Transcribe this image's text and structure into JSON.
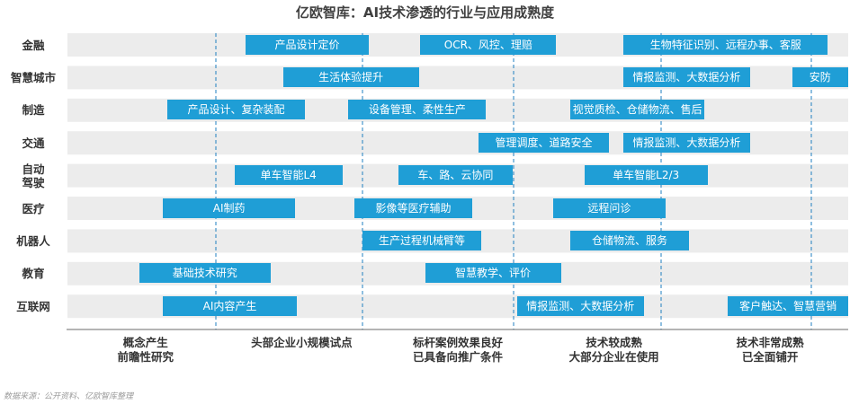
{
  "chart_data": {
    "type": "table",
    "title": "亿欧智库：AI技术渗透的行业与应用成熟度",
    "source": "数据来源：公开资料、亿欧智库整理",
    "stages": [
      "概念产生\n前瞻性研究",
      "头部企业小规模试点",
      "标杆案例效果良好\n已具备向推广条件",
      "技术较成熟\n大部分企业在使用",
      "技术非常成熟\n已全面铺开"
    ],
    "rows": [
      {
        "name": "金融",
        "items": [
          {
            "label": "产品设计定价",
            "start": 1.14,
            "end": 1.93
          },
          {
            "label": "OCR、风控、理赔",
            "start": 2.26,
            "end": 3.13
          },
          {
            "label": "生物特征识别、远程办事、客服",
            "start": 3.56,
            "end": 4.87
          }
        ]
      },
      {
        "name": "智慧城市",
        "items": [
          {
            "label": "生活体验提升",
            "start": 1.38,
            "end": 2.25
          },
          {
            "label": "情报监测、大数据分析",
            "start": 3.56,
            "end": 4.37
          },
          {
            "label": "安防",
            "start": 4.64,
            "end": 5.26
          }
        ]
      },
      {
        "name": "制造",
        "items": [
          {
            "label": "产品设计、复杂装配",
            "start": 0.64,
            "end": 1.52
          },
          {
            "label": "设备管理、柔性生产",
            "start": 1.8,
            "end": 2.68
          },
          {
            "label": "视觉质检、仓储物流、售后",
            "start": 3.22,
            "end": 4.08
          }
        ]
      },
      {
        "name": "交通",
        "items": [
          {
            "label": "管理调度、道路安全",
            "start": 2.63,
            "end": 3.47
          },
          {
            "label": "情报监测、大数据分析",
            "start": 3.56,
            "end": 4.37
          }
        ]
      },
      {
        "name": "自动\n驾驶",
        "items": [
          {
            "label": "单车智能L4",
            "start": 1.07,
            "end": 1.76
          },
          {
            "label": "车、路、云协同",
            "start": 2.12,
            "end": 2.85
          },
          {
            "label": "单车智能L2/3",
            "start": 3.31,
            "end": 4.1
          }
        ]
      },
      {
        "name": "医疗",
        "items": [
          {
            "label": "AI制药",
            "start": 0.61,
            "end": 1.46
          },
          {
            "label": "影像等医疗辅助",
            "start": 1.84,
            "end": 2.59
          },
          {
            "label": "远程问诊",
            "start": 3.11,
            "end": 3.83
          }
        ]
      },
      {
        "name": "机器人",
        "items": [
          {
            "label": "生产过程机械臂等",
            "start": 1.89,
            "end": 2.65
          },
          {
            "label": "仓储物流、服务",
            "start": 3.22,
            "end": 3.98
          }
        ]
      },
      {
        "name": "教育",
        "items": [
          {
            "label": "基础技术研究",
            "start": 0.46,
            "end": 1.3
          },
          {
            "label": "智慧教学、评价",
            "start": 2.29,
            "end": 3.16
          }
        ]
      },
      {
        "name": "互联网",
        "items": [
          {
            "label": "AI内容产生",
            "start": 0.61,
            "end": 1.47
          },
          {
            "label": "情报监测、大数据分析",
            "start": 2.88,
            "end": 3.69
          },
          {
            "label": "客户触达、智慧营销",
            "start": 4.23,
            "end": 5.21
          }
        ]
      }
    ],
    "colors": {
      "bar": "#1f9ed6",
      "row_band": "#ececec",
      "divider": "#1f7fc0",
      "axis": "#6a6a6a",
      "text": "#333333"
    }
  }
}
